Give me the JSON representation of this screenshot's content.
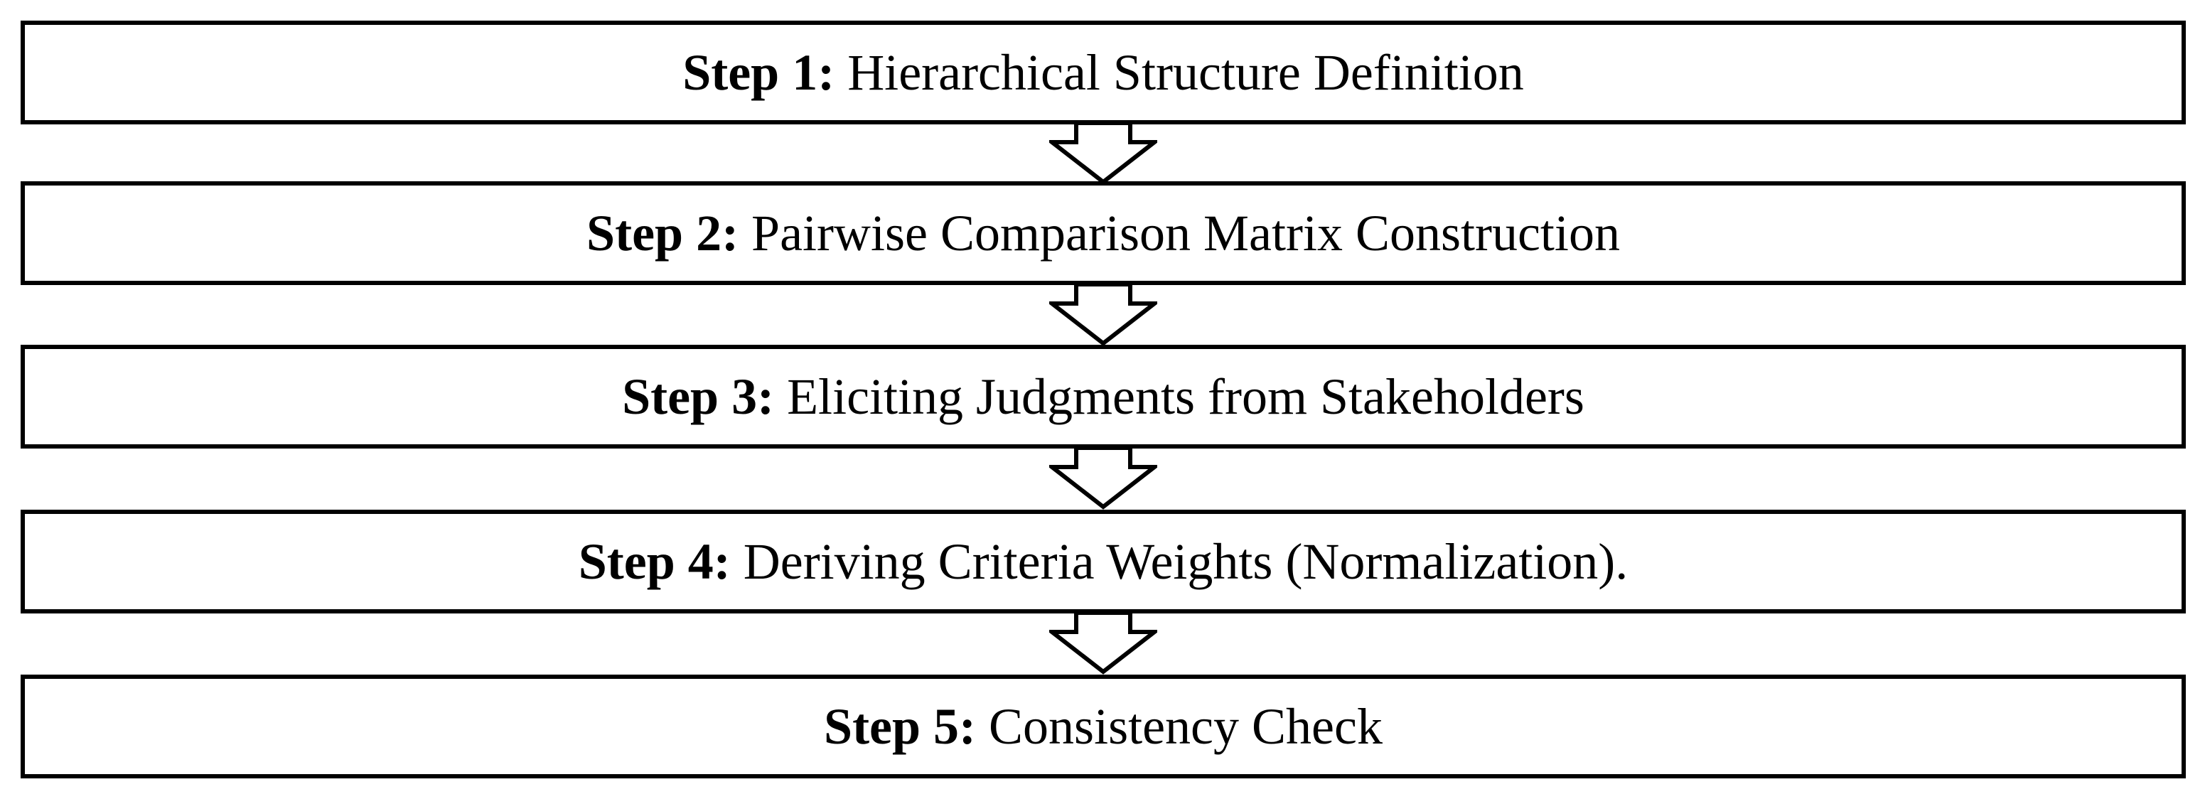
{
  "steps": [
    {
      "label": "Step 1:",
      "text": "Hierarchical Structure Definition"
    },
    {
      "label": "Step 2:",
      "text": "Pairwise Comparison Matrix Construction"
    },
    {
      "label": "Step 3:",
      "text": "Eliciting Judgments from Stakeholders"
    },
    {
      "label": "Step 4:",
      "text": "Deriving Criteria Weights (Normalization)."
    },
    {
      "label": "Step 5:",
      "text": "Consistency Check"
    }
  ],
  "colors": {
    "border": "#000000",
    "background": "#ffffff",
    "text": "#000000"
  }
}
